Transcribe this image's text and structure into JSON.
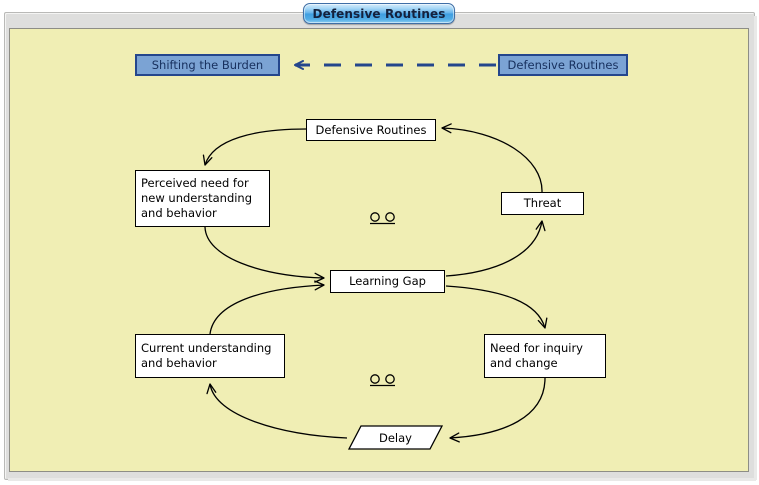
{
  "window": {
    "title_tab": "Defensive Routines"
  },
  "canvas": {
    "background_color": "#f0eeb4",
    "link_boxes": [
      {
        "id": "shifting-the-burden",
        "label": "Shifting the Burden",
        "fill": "#7ba3d4",
        "border": "#24468c"
      },
      {
        "id": "defensive-routines",
        "label": "Defensive Routines",
        "fill": "#7ba3d4",
        "border": "#24468c"
      }
    ],
    "dashed_connector": {
      "from": "defensive-routines",
      "to": "shifting-the-burden",
      "style": "dashed",
      "arrowhead": "left",
      "color": "#24468c"
    },
    "nodes": [
      {
        "id": "defensive-routines-node",
        "label": "Defensive Routines"
      },
      {
        "id": "perceived-need",
        "label": "Perceived need for new understanding and behavior"
      },
      {
        "id": "threat",
        "label": "Threat"
      },
      {
        "id": "learning-gap",
        "label": "Learning Gap"
      },
      {
        "id": "current-understanding",
        "label": "Current understanding and behavior"
      },
      {
        "id": "need-for-inquiry",
        "label": "Need for inquiry and change"
      },
      {
        "id": "delay",
        "label": "Delay",
        "shape": "parallelogram"
      }
    ],
    "loop_markers": [
      {
        "id": "loop-marker-top",
        "glyph": "balancing-loop-marker"
      },
      {
        "id": "loop-marker-bottom",
        "glyph": "balancing-loop-marker"
      }
    ],
    "edges": [
      {
        "from": "defensive-routines-node",
        "to": "perceived-need",
        "curved": true
      },
      {
        "from": "perceived-need",
        "to": "learning-gap",
        "curved": true
      },
      {
        "from": "learning-gap",
        "to": "threat",
        "curved": true
      },
      {
        "from": "threat",
        "to": "defensive-routines-node",
        "curved": true
      },
      {
        "from": "learning-gap",
        "to": "need-for-inquiry",
        "curved": true
      },
      {
        "from": "need-for-inquiry",
        "to": "delay",
        "curved": true
      },
      {
        "from": "delay",
        "to": "current-understanding",
        "curved": true
      },
      {
        "from": "current-understanding",
        "to": "learning-gap",
        "curved": true
      }
    ]
  }
}
